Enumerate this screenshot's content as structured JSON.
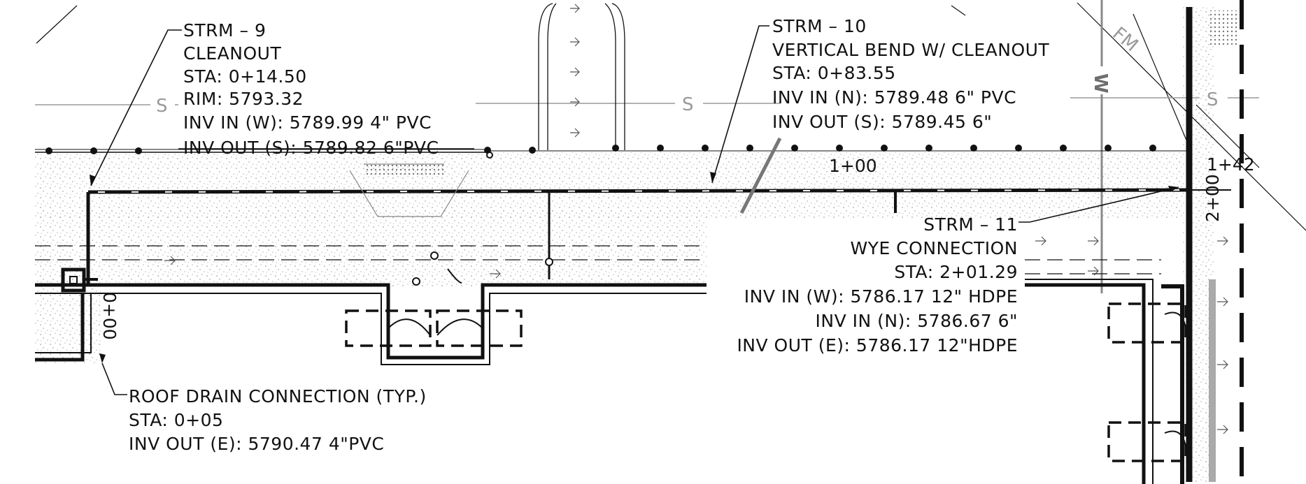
{
  "callouts": {
    "strm9": {
      "lines": [
        "STRM – 9",
        "CLEANOUT",
        "STA: 0+14.50",
        "RIM: 5793.32",
        "INV IN (W): 5789.99 4\" PVC",
        "INV OUT (S): 5789.82 6\"PVC"
      ]
    },
    "strm10": {
      "lines": [
        "STRM – 10",
        "VERTICAL BEND W/ CLEANOUT",
        "STA: 0+83.55",
        "INV IN (N): 5789.48 6\" PVC",
        "INV OUT (S): 5789.45 6\""
      ]
    },
    "strm11": {
      "lines": [
        "STRM – 11",
        "WYE CONNECTION",
        "STA: 2+01.29",
        "INV IN (W): 5786.17 12\" HDPE",
        "INV IN (N): 5786.67 6\"",
        "INV OUT (E): 5786.17 12\"HDPE"
      ]
    },
    "roof_drain": {
      "lines": [
        "ROOF DRAIN CONNECTION (TYP.)",
        "STA: 0+05",
        "INV OUT (E): 5790.47 4\"PVC"
      ]
    }
  },
  "stations": {
    "s100": "1+00",
    "s142": "1+42",
    "s200": "2+00",
    "s000": "0+00"
  },
  "utility_labels": {
    "sewer": "S",
    "water": "W",
    "force_main": "FM"
  },
  "colors": {
    "linework": "#111111",
    "utility_gray": "#9a9a9a",
    "concrete_stipple": "#8a8a8a",
    "background": "#ffffff"
  }
}
